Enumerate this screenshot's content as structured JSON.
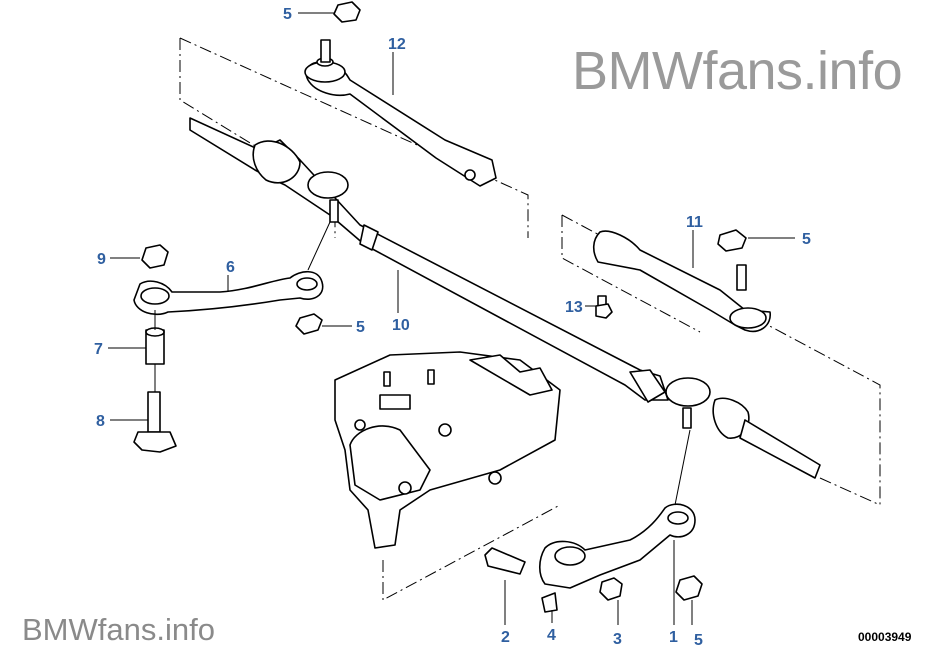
{
  "watermark": {
    "top_brand": "BMWfans",
    "top_suffix": ".info",
    "bottom_brand": "BMWfans",
    "bottom_suffix": ".info"
  },
  "diagram_number": "00003949",
  "callouts": [
    {
      "id": "c5a",
      "label": "5"
    },
    {
      "id": "c12",
      "label": "12"
    },
    {
      "id": "c11",
      "label": "11"
    },
    {
      "id": "c5b",
      "label": "5"
    },
    {
      "id": "c9",
      "label": "9"
    },
    {
      "id": "c6",
      "label": "6"
    },
    {
      "id": "c5c",
      "label": "5"
    },
    {
      "id": "c10",
      "label": "10"
    },
    {
      "id": "c13",
      "label": "13"
    },
    {
      "id": "c7",
      "label": "7"
    },
    {
      "id": "c8",
      "label": "8"
    },
    {
      "id": "c2",
      "label": "2"
    },
    {
      "id": "c4",
      "label": "4"
    },
    {
      "id": "c3",
      "label": "3"
    },
    {
      "id": "c1",
      "label": "1"
    },
    {
      "id": "c5d",
      "label": "5"
    }
  ],
  "colors": {
    "callout": "#2f5fa0",
    "watermark": "#9a9a9a",
    "line": "#000000"
  }
}
